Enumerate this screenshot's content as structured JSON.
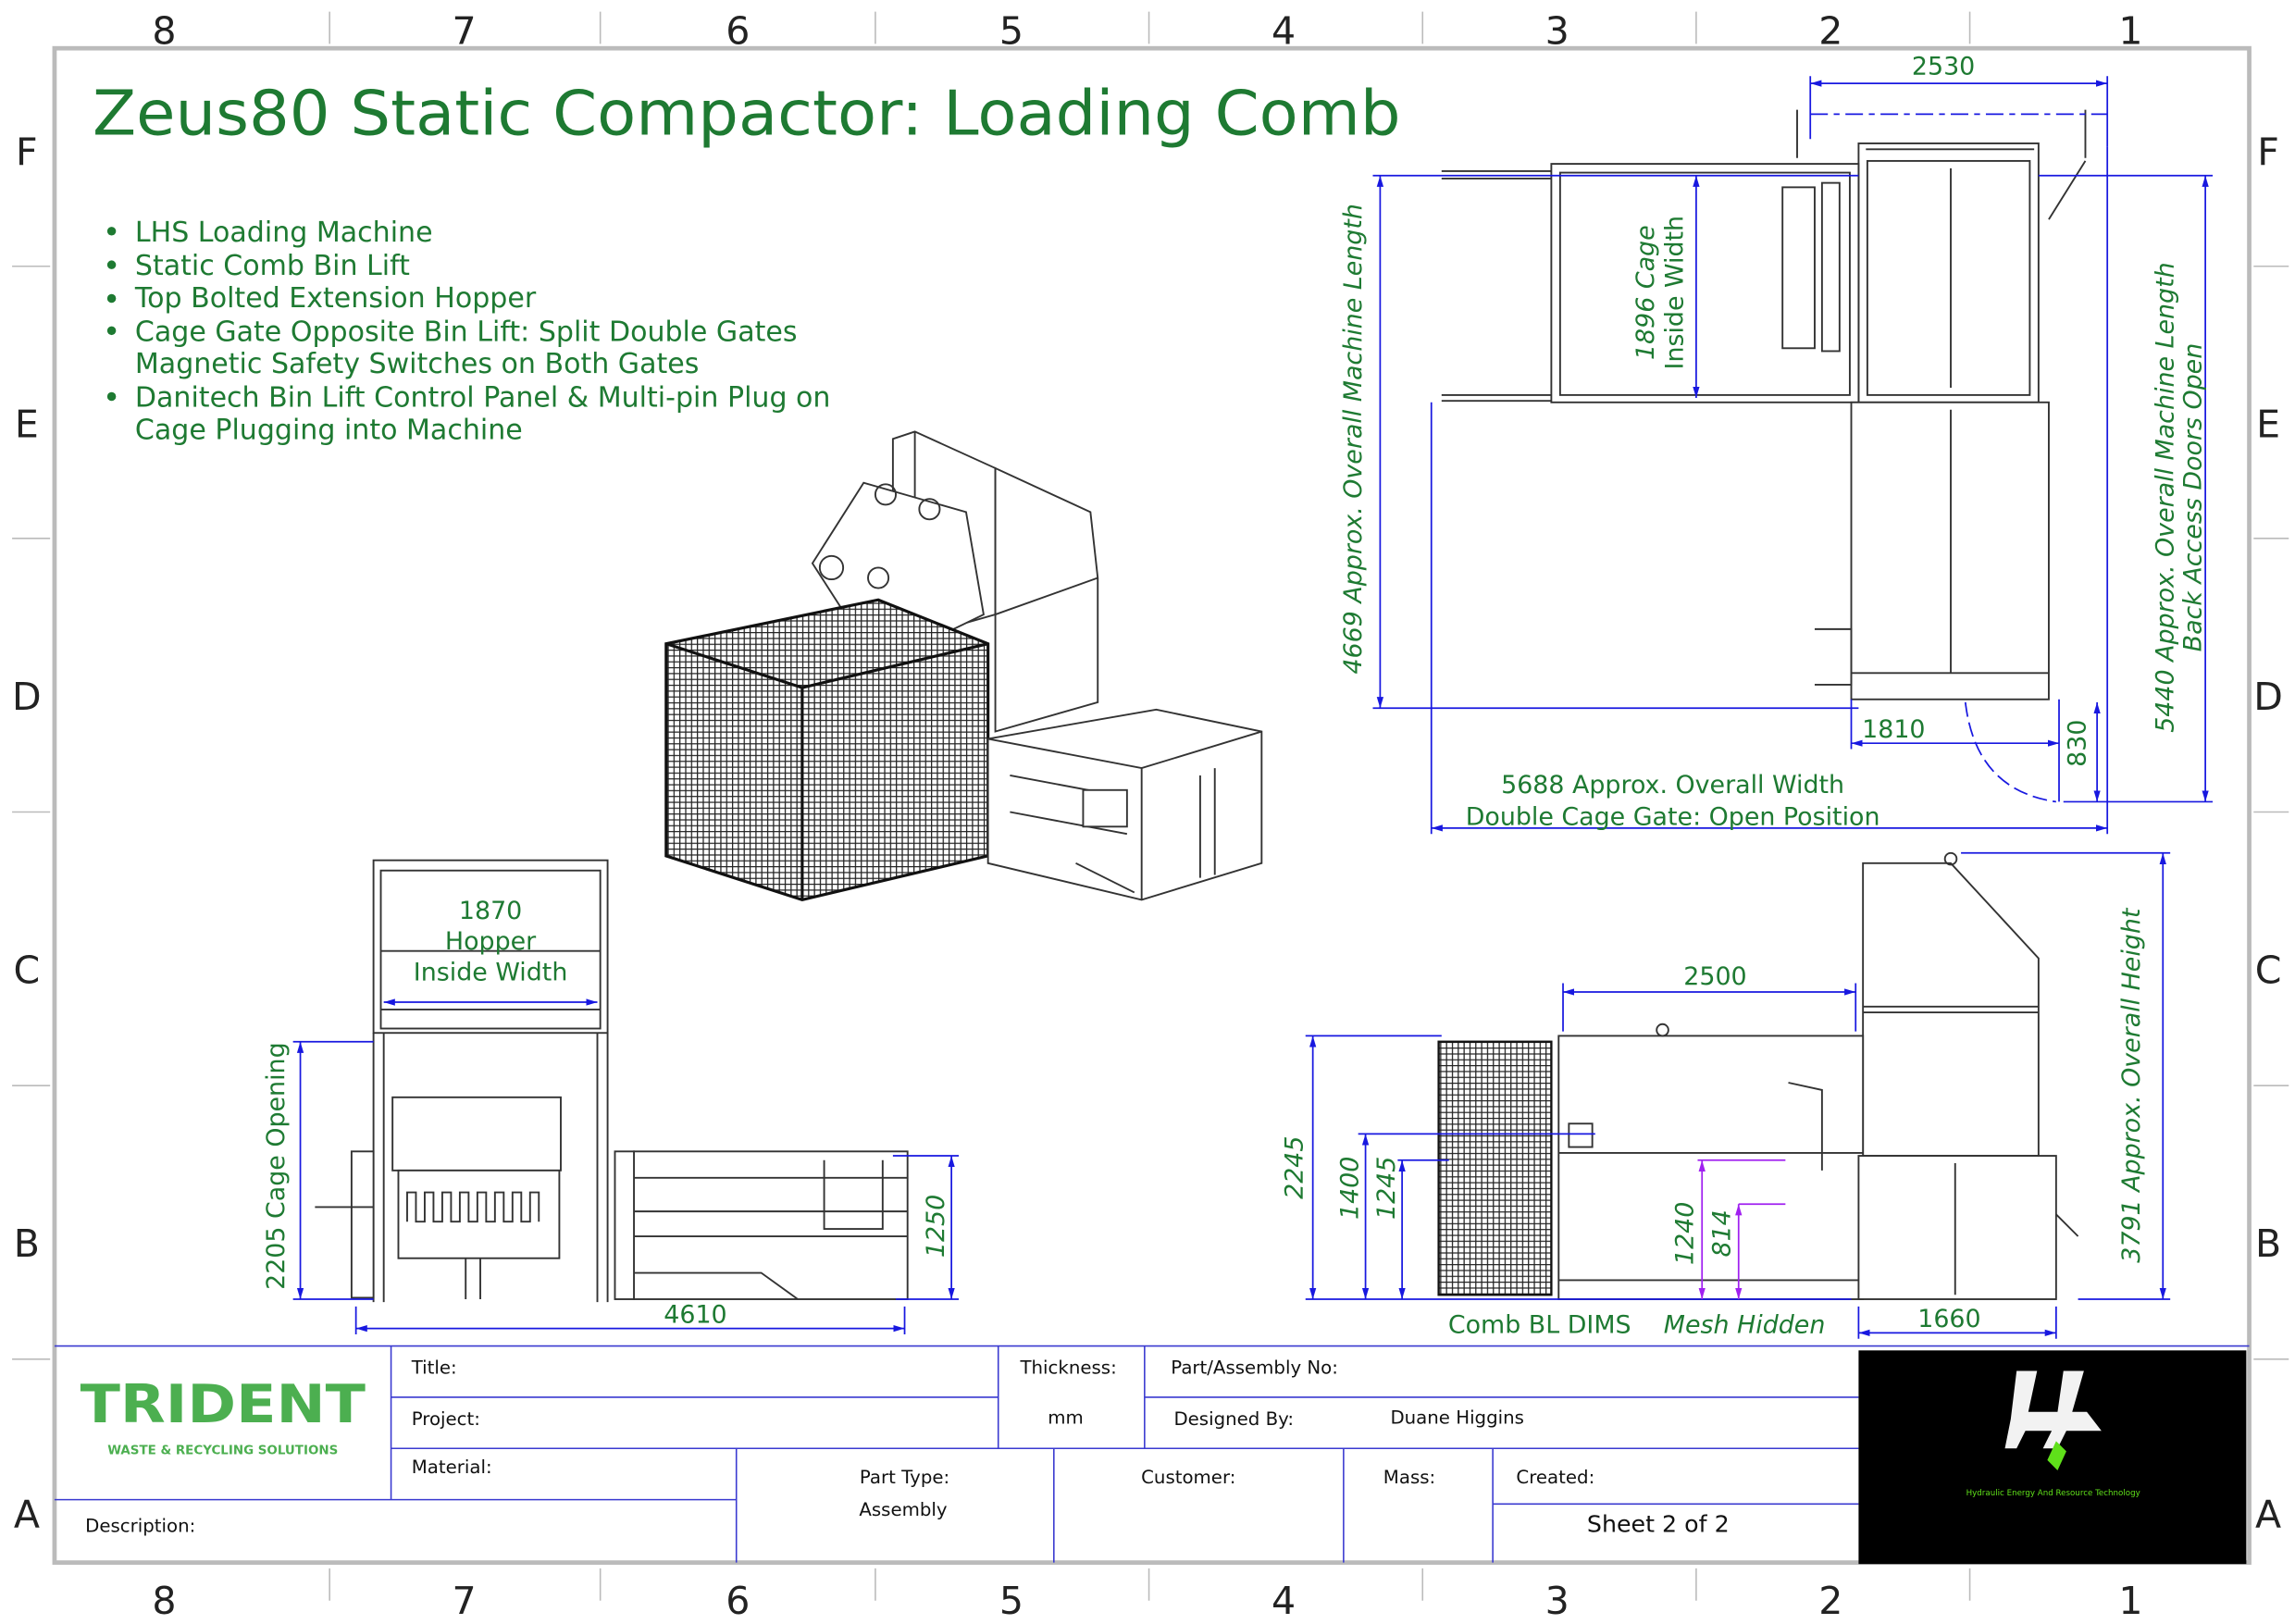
{
  "sheet": {
    "columns": [
      "8",
      "7",
      "6",
      "5",
      "4",
      "3",
      "2",
      "1"
    ],
    "rows": [
      "F",
      "E",
      "D",
      "C",
      "B",
      "A"
    ]
  },
  "title": "Zeus80 Static Compactor: Loading Comb",
  "notes": [
    {
      "lines": [
        "LHS Loading Machine"
      ]
    },
    {
      "lines": [
        "Static Comb Bin Lift"
      ]
    },
    {
      "lines": [
        "Top Bolted Extension Hopper"
      ]
    },
    {
      "lines": [
        "Cage Gate Opposite Bin Lift: Split Double Gates",
        "Magnetic Safety Switches on Both Gates"
      ]
    },
    {
      "lines": [
        "Danitech Bin Lift Control Panel & Multi-pin Plug on",
        "Cage Plugging into Machine"
      ]
    }
  ],
  "plan_view": {
    "width_top": "2530",
    "machine_length": "4669 Approx. Overall Machine Length",
    "cage_width": [
      "1896 Cage",
      "Inside Width"
    ],
    "overall_length": [
      "5440 Approx. Overall Machine Length",
      "Back Access Doors Open"
    ],
    "dim_1810": "1810",
    "dim_830": "830",
    "overall_width": [
      "5688 Approx. Overall Width",
      "Double Cage Gate: Open Position"
    ]
  },
  "front_view": {
    "hopper": [
      "1870",
      "Hopper",
      "Inside Width"
    ],
    "cage_opening": "2205 Cage Opening",
    "dim_1250": "1250",
    "dim_4610": "4610"
  },
  "side_view": {
    "dim_2500": "2500",
    "dim_2245": "2245",
    "dim_1400": "1400",
    "dim_1245": "1245",
    "dim_1240": "1240",
    "dim_814": "814",
    "overall_height": "3791 Approx. Overall Height",
    "dim_1660": "1660",
    "note_comb": "Comb BL DIMS",
    "note_mesh": "Mesh Hidden"
  },
  "title_block": {
    "logo_name": "TRIDENT",
    "logo_tagline": "WASTE & RECYCLING SOLUTIONS",
    "title_label": "Title:",
    "project_label": "Project:",
    "material_label": "Material:",
    "description_label": "Description:",
    "thickness_label": "Thickness:",
    "thickness_unit": "mm",
    "part_no_label": "Part/Assembly No:",
    "designed_by_label": "Designed By:",
    "designed_by": "Duane Higgins",
    "part_type_label": "Part Type:",
    "part_type": "Assembly",
    "customer_label": "Customer:",
    "mass_label": "Mass:",
    "created_label": "Created:",
    "sheet": "Sheet 2 of 2",
    "partner_logo_tagline": "Hydraulic Energy And Resource Technology"
  },
  "colors": {
    "accent_green": "#1e7a32",
    "dimension_blue": "#1818e0",
    "border": "#bbbbbb"
  }
}
